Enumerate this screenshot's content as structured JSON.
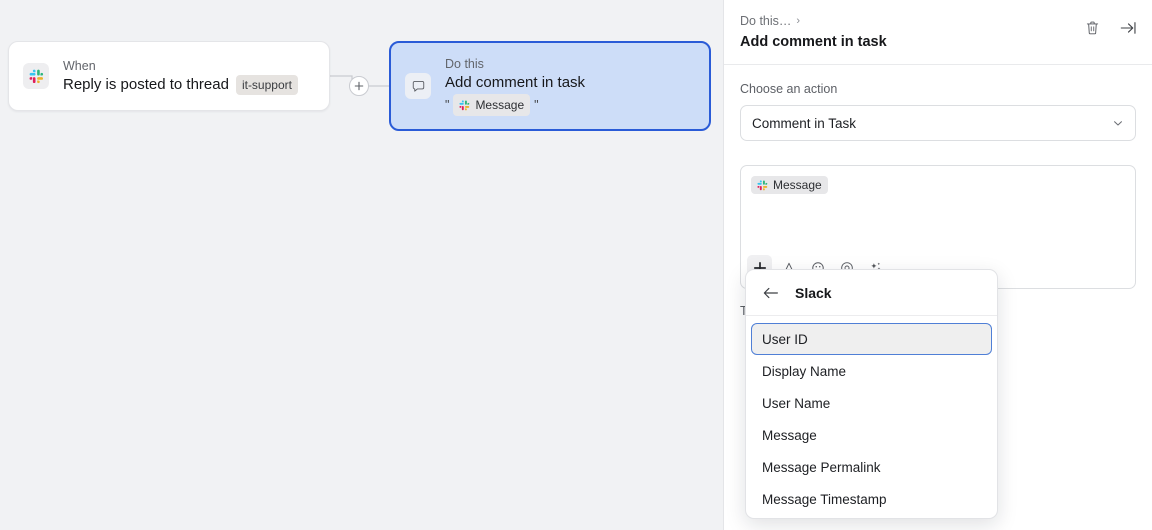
{
  "canvas": {
    "trigger_node": {
      "kicker": "When",
      "title": "Reply is posted to thread",
      "tag": "it-support",
      "icon": "slack-icon"
    },
    "action_node": {
      "kicker": "Do this",
      "title": "Add comment in task",
      "quote_open": "\"",
      "quote_close": "\"",
      "token_label": "Message",
      "icon": "comment-bubble-icon",
      "selected": true
    },
    "add_step_label": "+"
  },
  "panel": {
    "breadcrumb": "Do this…",
    "breadcrumb_chevron": "›",
    "title": "Add comment in task",
    "delete_icon": "trash-icon",
    "collapse_icon": "collapse-panel-right-icon",
    "action_field": {
      "label": "Choose an action",
      "value": "Comment in Task",
      "chevron": "⌄"
    },
    "editor": {
      "token_label": "Message",
      "toolbar": [
        {
          "name": "insert-variable-icon",
          "glyph": "+",
          "active": true
        },
        {
          "name": "text-format-icon",
          "glyph": "A",
          "active": false
        },
        {
          "name": "emoji-icon",
          "glyph": "☺",
          "active": false
        },
        {
          "name": "mention-icon",
          "glyph": "@",
          "active": false
        },
        {
          "name": "ai-sparkles-icon",
          "glyph": "✦",
          "active": false
        }
      ]
    },
    "obscured_label": "T"
  },
  "popover": {
    "back_icon": "back-arrow-icon",
    "title": "Slack",
    "items": [
      {
        "label": "User ID",
        "selected": true
      },
      {
        "label": "Display Name",
        "selected": false
      },
      {
        "label": "User Name",
        "selected": false
      },
      {
        "label": "Message",
        "selected": false
      },
      {
        "label": "Message Permalink",
        "selected": false
      },
      {
        "label": "Message Timestamp",
        "selected": false
      }
    ]
  },
  "colors": {
    "canvas_bg": "#f1f2f4",
    "selected_node_bg": "#cdddf8",
    "selected_node_border": "#2a5bd7",
    "accent": "#4f7fd6"
  }
}
